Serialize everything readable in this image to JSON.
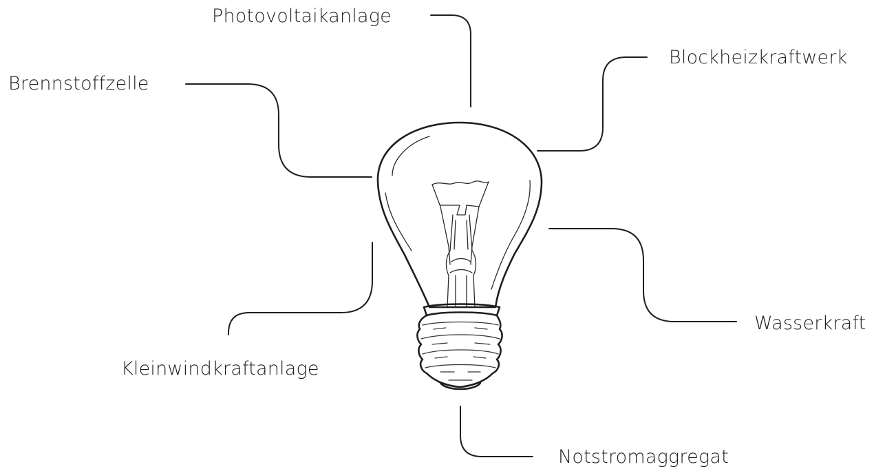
{
  "diagram": {
    "center": {
      "icon": "lightbulb-icon"
    },
    "labels": {
      "photovoltaik": "Photovoltaikanlage",
      "blockheiz": "Blockheizkraftwerk",
      "brennstoff": "Brennstoffzelle",
      "wasser": "Wasserkraft",
      "kleinwind": "Kleinwindkraftanlage",
      "notstrom": "Notstromaggregat"
    },
    "colors": {
      "ink": "#1e1e1e",
      "background": "#ffffff"
    }
  }
}
